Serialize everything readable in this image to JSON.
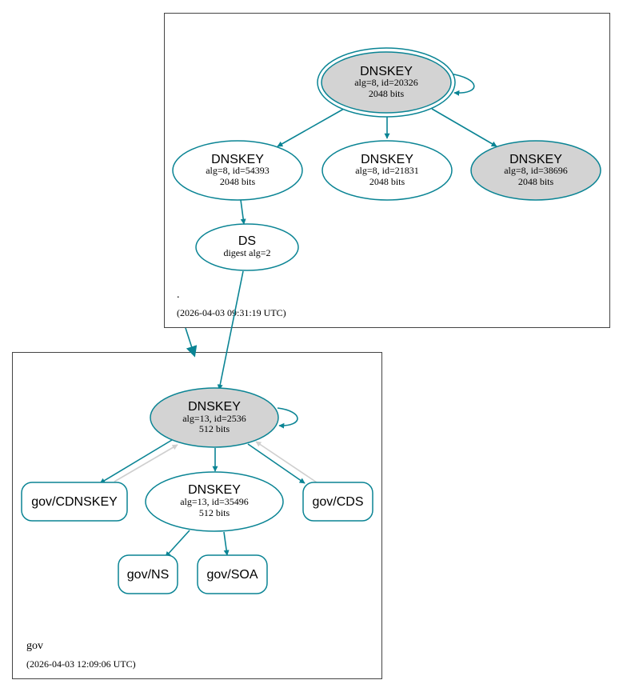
{
  "colors": {
    "edge": "#0a8494",
    "edge_ghost": "#cfcfcf",
    "node_fill_gray": "#d3d3d3",
    "node_fill_white": "#ffffff"
  },
  "zones": {
    "root": {
      "label": ".",
      "timestamp": "(2026-04-03 09:31:19 UTC)"
    },
    "gov": {
      "label": "gov",
      "timestamp": "(2026-04-03 12:09:06 UTC)"
    }
  },
  "nodes": {
    "root_ksk": {
      "title": "DNSKEY",
      "line1": "alg=8, id=20326",
      "line2": "2048 bits"
    },
    "root_zsk1": {
      "title": "DNSKEY",
      "line1": "alg=8, id=54393",
      "line2": "2048 bits"
    },
    "root_zsk2": {
      "title": "DNSKEY",
      "line1": "alg=8, id=21831",
      "line2": "2048 bits"
    },
    "root_zsk3": {
      "title": "DNSKEY",
      "line1": "alg=8, id=38696",
      "line2": "2048 bits"
    },
    "gov_ds": {
      "title": "DS",
      "line1": "digest alg=2"
    },
    "gov_ksk": {
      "title": "DNSKEY",
      "line1": "alg=13, id=2536",
      "line2": "512 bits"
    },
    "gov_zsk": {
      "title": "DNSKEY",
      "line1": "alg=13, id=35496",
      "line2": "512 bits"
    },
    "gov_cdnskey": {
      "label": "gov/CDNSKEY"
    },
    "gov_cds": {
      "label": "gov/CDS"
    },
    "gov_ns": {
      "label": "gov/NS"
    },
    "gov_soa": {
      "label": "gov/SOA"
    }
  }
}
